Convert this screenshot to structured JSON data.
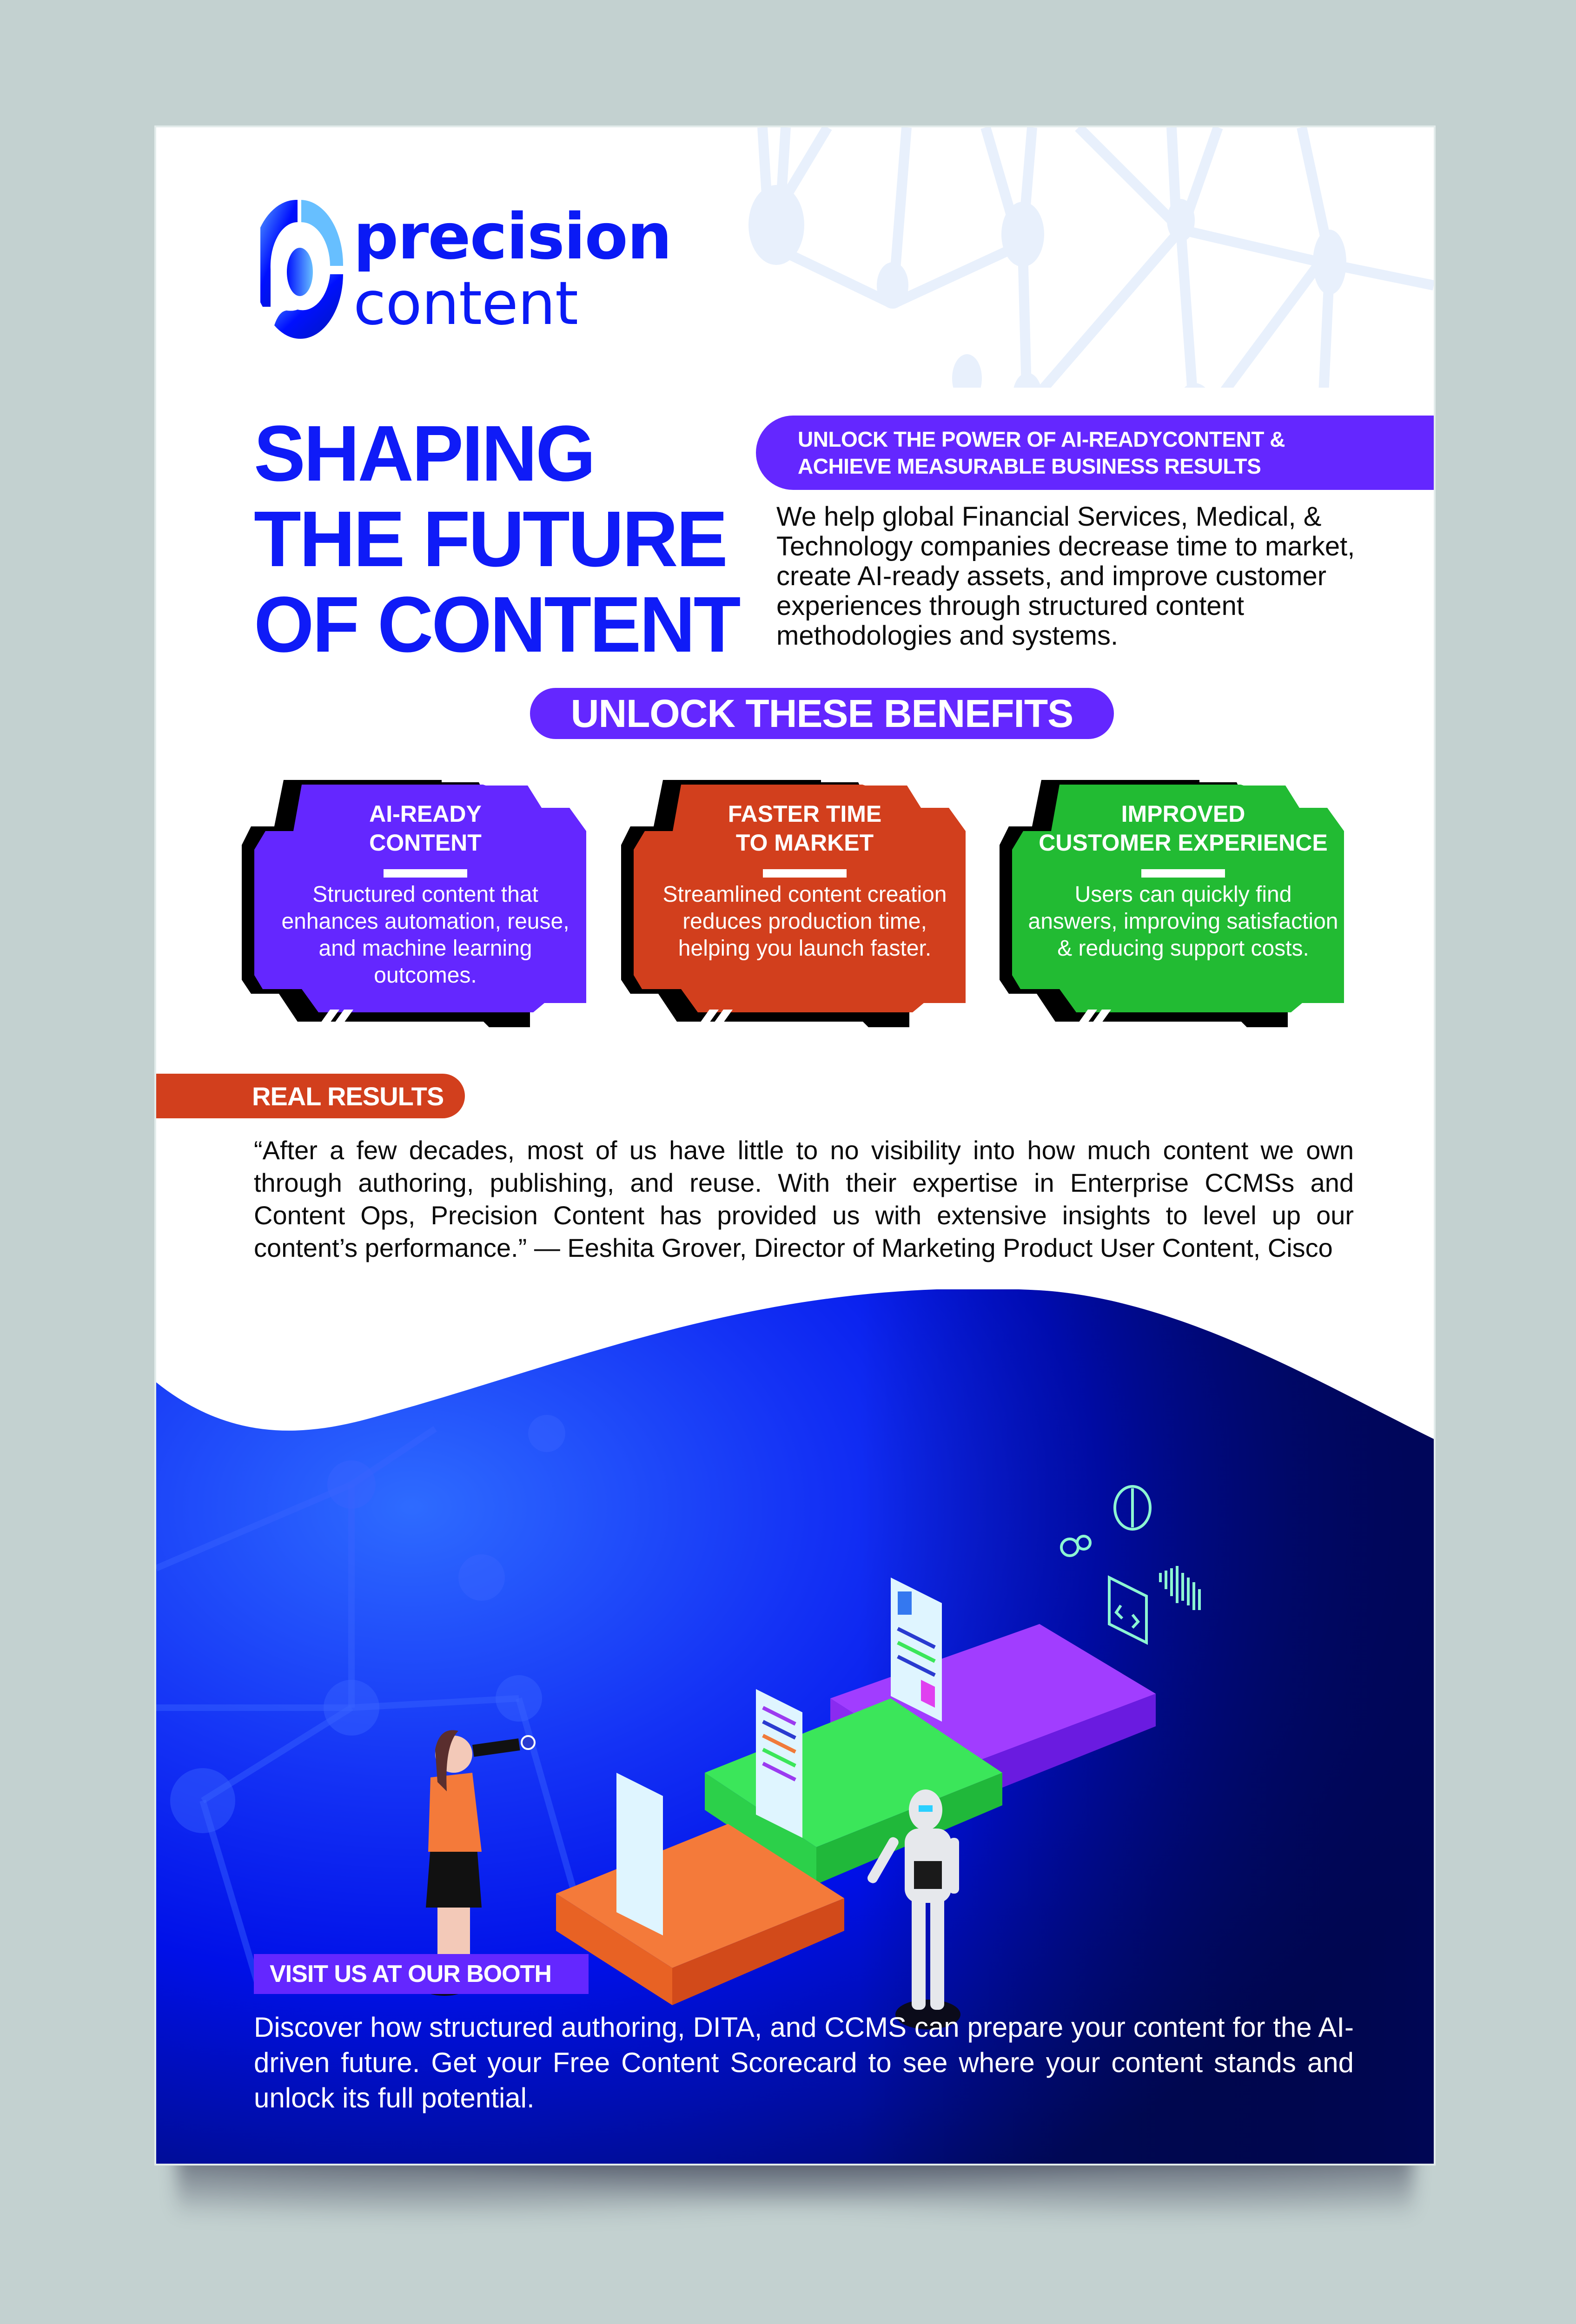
{
  "brand": {
    "name_line1": "precision",
    "name_line2": "content",
    "logo_icon": "p-ring-logo-icon",
    "colors": {
      "primary_blue": "#0F1BF7",
      "purple": "#6427FF",
      "orange": "#D23F1D",
      "green": "#22BB33",
      "background": "#C3D1D0",
      "network_light": "#E8F0FC",
      "icon_mint": "#8CF5D2"
    }
  },
  "hero": {
    "headline_lines": [
      "SHAPING",
      "THE FUTURE",
      "OF CONTENT"
    ],
    "banner_lines": [
      "UNLOCK THE POWER OF AI-READYCONTENT &",
      "ACHIEVE MEASURABLE BUSINESS RESULTS"
    ],
    "intro": "We help global Financial Services, Medical, & Technology companies decrease time to market, create AI-ready assets, and improve customer experiences through structured content methodologies and systems."
  },
  "benefits": {
    "heading": "UNLOCK THESE BENEFITS",
    "cards": [
      {
        "title_lines": [
          "AI-READY",
          "CONTENT"
        ],
        "description": "Structured content that enhances automation, reuse, and machine learning outcomes.",
        "color": "#6427FF"
      },
      {
        "title_lines": [
          "FASTER TIME",
          "TO MARKET"
        ],
        "description": "Streamlined content creation reduces production time, helping you launch faster.",
        "color": "#D23F1D"
      },
      {
        "title_lines": [
          "IMPROVED",
          "CUSTOMER EXPERIENCE"
        ],
        "description": "Users can quickly find answers, improving satisfaction & reducing support costs.",
        "color": "#22BB33"
      }
    ]
  },
  "results": {
    "label": "REAL RESULTS",
    "quote": "“After a few decades, most of us have little to no visibility into how much content we own through authoring, publishing, and reuse. With their expertise in Enterprise CCMSs and Content Ops, Precision Content has provided us with extensive insights to level up our content’s performance.” — Eeshita Grover, Director of Marketing Product User Content, Cisco"
  },
  "illustration": {
    "description": "Isometric scene: woman with telescope, robot, three stacked platforms (orange, green, purple) with documents",
    "icons": [
      "gears-icon",
      "brain-circuit-icon",
      "code-window-icon",
      "sound-wave-icon"
    ]
  },
  "booth": {
    "label": "VISIT US AT OUR BOOTH",
    "text": "Discover how structured authoring, DITA, and CCMS can prepare your content for the AI-driven future. Get your Free Content Scorecard to see where your content stands and unlock its full potential."
  }
}
